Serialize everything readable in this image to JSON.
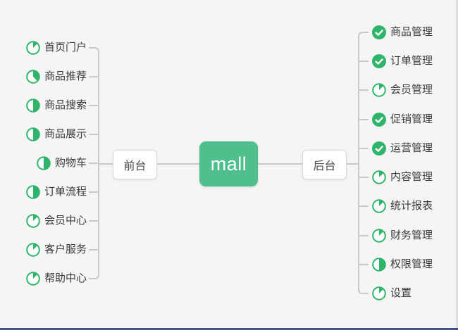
{
  "app": {
    "title": "mall mind map"
  },
  "colors": {
    "icon_green": "#2eb56a",
    "root_green": "#4fc08d",
    "connector_gray": "#c9c9c9",
    "background": "#f5f5f6",
    "edge_bottom_blue": "#20306e",
    "edge_right_gray": "#d3d3d6"
  },
  "root": {
    "label": "mall"
  },
  "branches": [
    {
      "label": "前台",
      "side": "left",
      "children": [
        {
          "label": "首页门户",
          "progress": 0.125
        },
        {
          "label": "商品推荐",
          "progress": 0.375
        },
        {
          "label": "商品搜索",
          "progress": 0.5
        },
        {
          "label": "商品展示",
          "progress": 0.5
        },
        {
          "label": "购物车",
          "progress": 0.5
        },
        {
          "label": "订单流程",
          "progress": 0.5
        },
        {
          "label": "会员中心",
          "progress": 0.125
        },
        {
          "label": "客户服务",
          "progress": 0.125
        },
        {
          "label": "帮助中心",
          "progress": 0.125
        }
      ]
    },
    {
      "label": "后台",
      "side": "right",
      "children": [
        {
          "label": "商品管理",
          "progress": 1
        },
        {
          "label": "订单管理",
          "progress": 1
        },
        {
          "label": "会员管理",
          "progress": 0.125
        },
        {
          "label": "促销管理",
          "progress": 1
        },
        {
          "label": "运营管理",
          "progress": 1
        },
        {
          "label": "内容管理",
          "progress": 0.125
        },
        {
          "label": "统计报表",
          "progress": 0.125
        },
        {
          "label": "财务管理",
          "progress": 0.125
        },
        {
          "label": "权限管理",
          "progress": 0.5
        },
        {
          "label": "设置",
          "progress": 0.125
        }
      ]
    }
  ]
}
